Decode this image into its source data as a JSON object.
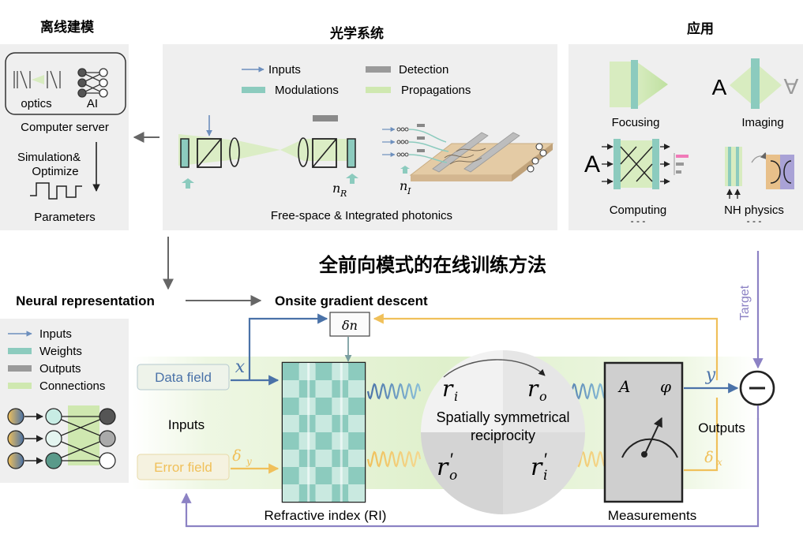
{
  "panels": {
    "offline": {
      "title": "离线建模",
      "optics_label": "optics",
      "ai_label": "AI",
      "server_label": "Computer server",
      "sim_label_1": "Simulation&",
      "sim_label_2": "Optimize",
      "params_label": "Parameters"
    },
    "optical": {
      "title": "光学系统",
      "legend": {
        "inputs": "Inputs",
        "detection": "Detection",
        "modulations": "Modulations",
        "propagations": "Propagations"
      },
      "nr_label": "n",
      "nr_sub": "R",
      "ni_label": "n",
      "ni_sub": "I",
      "caption": "Free-space & Integrated photonics"
    },
    "apps": {
      "title": "应用",
      "focusing": "Focusing",
      "imaging": "Imaging",
      "imaging_letter": "A",
      "imaging_letter_flipped": "A",
      "computing": "Computing",
      "computing_letter": "A",
      "nh": "NH physics",
      "dots": "- - -"
    }
  },
  "main_title": "全前向模式的在线训练方法",
  "flow": {
    "neural": "Neural representation",
    "onsite": "Onsite gradient descent"
  },
  "legend2": {
    "inputs": "Inputs",
    "weights": "Weights",
    "outputs": "Outputs",
    "connections": "Connections"
  },
  "bottom": {
    "data_field": "Data field",
    "error_field": "Error field",
    "inputs": "Inputs",
    "outputs": "Outputs",
    "x": "x",
    "dy": "δ",
    "dy_sub": "y",
    "y": "y",
    "dx": "δ",
    "dx_sub": "x",
    "dn": "δn",
    "target": "Target",
    "ri": "r",
    "ri_sub": "i",
    "ro": "r",
    "ro_sub": "o",
    "ro_p": "r",
    "ro_p_sub": "o",
    "ri_p": "r",
    "ri_p_sub": "i",
    "prime": "′",
    "symm1": "Spatially symmetrical",
    "symm2": "reciprocity",
    "A": "A",
    "phi": "φ",
    "refractive": "Refractive index (RI)",
    "measurements": "Measurements"
  },
  "colors": {
    "blue": "#4a72a8",
    "orange": "#f0c05a",
    "purple": "#8c82c4",
    "teal": "#8ccbbe",
    "green": "#cfe8b0",
    "gray_panel": "#efefef"
  }
}
